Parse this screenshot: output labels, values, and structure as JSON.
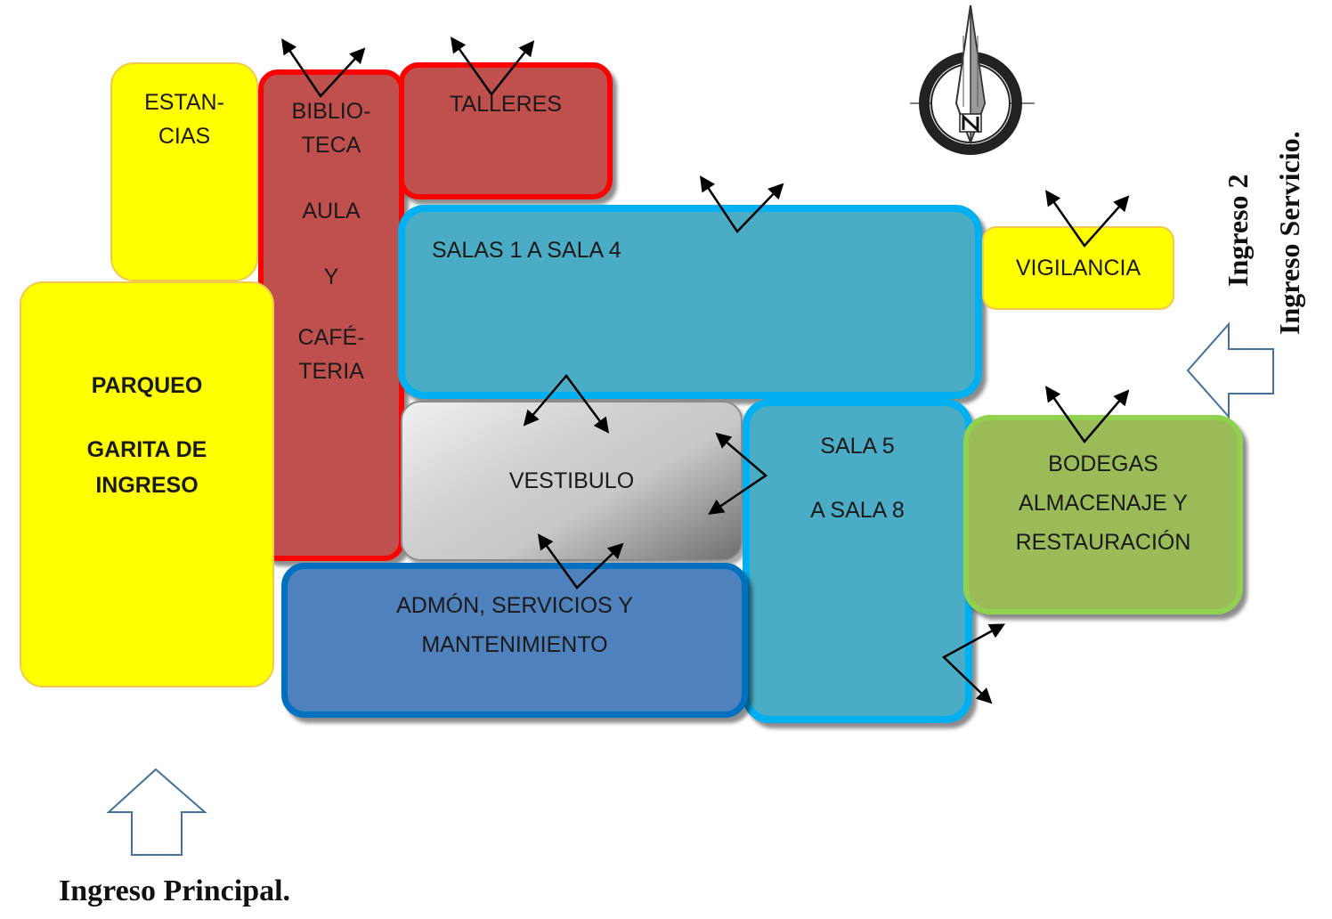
{
  "zones": {
    "estancias": {
      "line1": "ESTAN-",
      "line2": "CIAS"
    },
    "biblioteca": {
      "line1": "BIBLIO-",
      "line2": "TECA",
      "line3": "AULA",
      "line4": "Y",
      "line5": "CAFÉ-",
      "line6": "TERIA"
    },
    "talleres": {
      "label": "TALLERES"
    },
    "salas_1_4": {
      "label": "SALAS 1 A SALA 4"
    },
    "vigilancia": {
      "label": "VIGILANCIA"
    },
    "parqueo": {
      "line1": "PARQUEO",
      "line2": "GARITA DE",
      "line3": "INGRESO"
    },
    "vestibulo": {
      "label": "VESTIBULO"
    },
    "sala_5_8": {
      "line1": "SALA 5",
      "line2": "A SALA 8"
    },
    "bodegas": {
      "line1": "BODEGAS",
      "line2": "ALMACENAJE Y",
      "line3": "RESTAURACIÓN"
    },
    "admon": {
      "line1": "ADMÓN, SERVICIOS Y",
      "line2": "MANTENIMIENTO"
    }
  },
  "entrances": {
    "principal": "Ingreso Principal.",
    "secondary_line1": "Ingreso 2",
    "secondary_line2": "Ingreso Servicio."
  },
  "colors": {
    "yellow_zone": "#ffff00",
    "red_zone": "#c0504d",
    "red_border": "#ff0000",
    "blue_zone": "#4bacc6",
    "blue_border": "#00b0f0",
    "dark_blue_zone": "#4f81bd",
    "green_zone": "#9bbb59",
    "entrance_arrow": "#41719c"
  },
  "icons": {
    "compass": "north-compass-icon",
    "entrance": "block-arrow-icon",
    "connection": "double-arrow-icon"
  }
}
